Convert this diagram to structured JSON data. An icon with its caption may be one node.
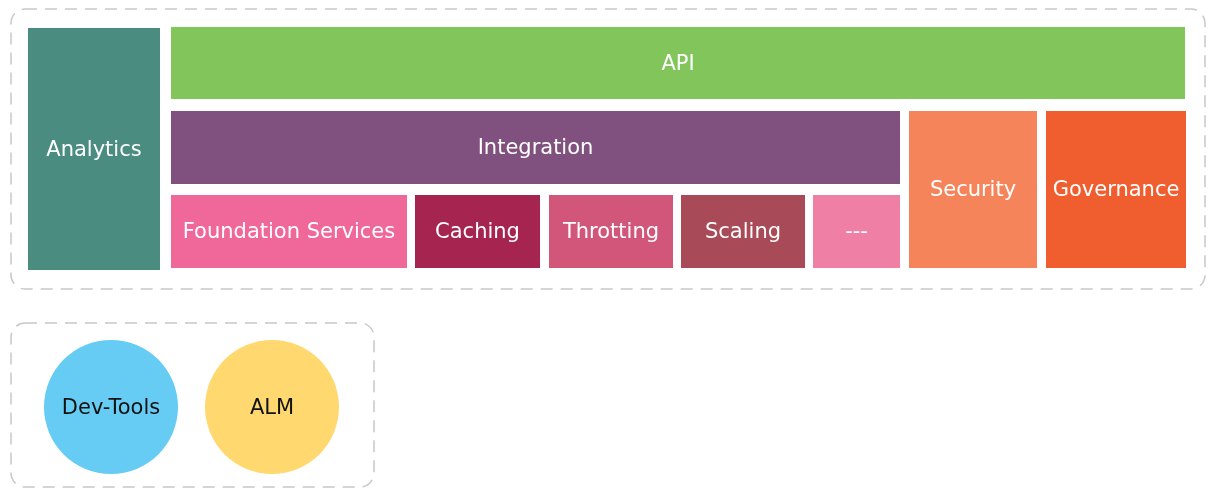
{
  "diagram": {
    "nodes": [
      {
        "text": [],
        "shape": "box"
      },
      {
        "text": [
          "Analytics"
        ],
        "in": 0
      },
      {
        "text": [
          "API"
        ],
        "in": 0
      },
      {
        "text": [
          "Integration"
        ],
        "in": 0
      },
      {
        "text": [
          "Foundation Services"
        ],
        "in": 0
      },
      {
        "text": [
          "Caching"
        ],
        "in": 0
      },
      {
        "text": [
          "Throtting"
        ],
        "in": 0
      },
      {
        "text": [
          "Scaling"
        ],
        "in": 0
      },
      {
        "text": [
          "---"
        ],
        "in": 0
      },
      {
        "text": [
          "Security"
        ],
        "in": 0
      },
      {
        "text": [
          "Governance"
        ],
        "in": 0
      },
      {
        "text": [],
        "shape": "box"
      },
      {
        "text": [
          "Dev-Tools"
        ],
        "in": 11
      },
      {
        "text": [
          "ALM"
        ],
        "in": 11
      }
    ]
  }
}
